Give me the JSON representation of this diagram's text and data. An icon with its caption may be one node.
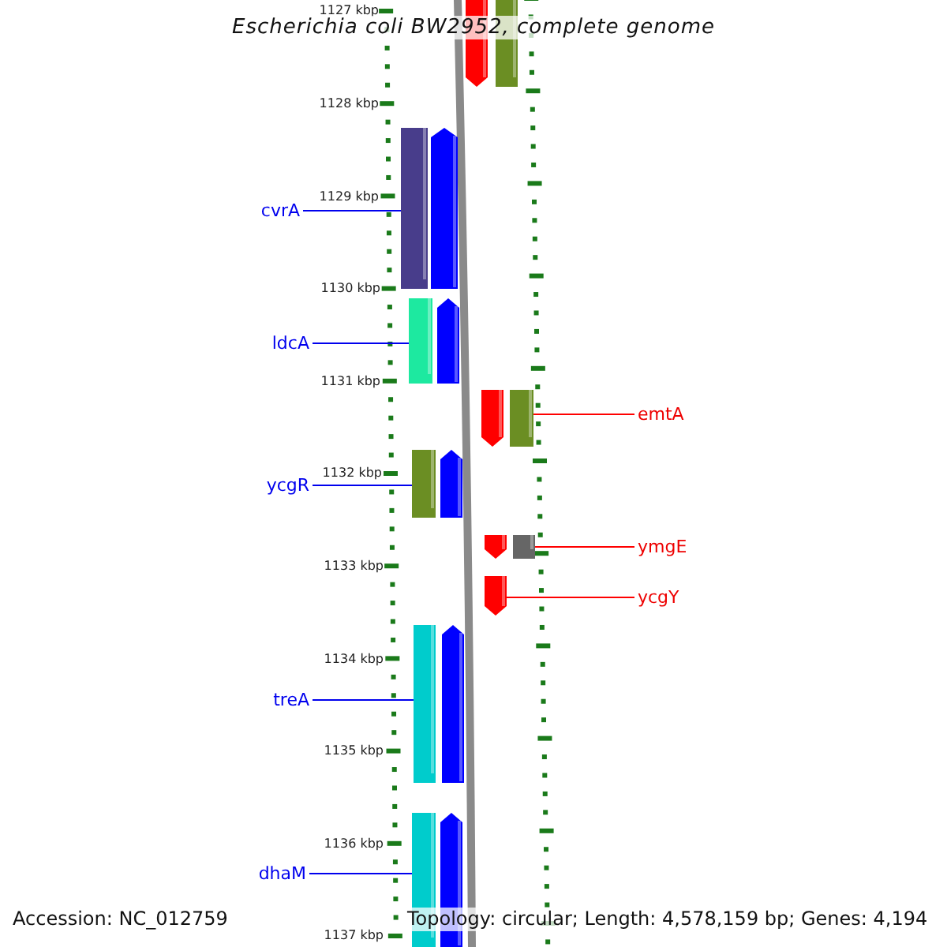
{
  "diagram": {
    "title": "Escherichia coli BW2952, complete genome",
    "nodes": [
      {
        "text": [
          "cvrA"
        ]
      },
      {
        "text": [
          "ldcA"
        ]
      },
      {
        "text": [
          "ycgR"
        ]
      },
      {
        "text": [
          "emtA"
        ]
      },
      {
        "text": [
          "ymgE"
        ]
      },
      {
        "text": [
          "ycgY"
        ]
      },
      {
        "text": [
          "treA"
        ]
      },
      {
        "text": [
          "dhaM"
        ]
      },
      {
        "text": [],
        "shape": "arrow"
      },
      {
        "text": [],
        "shape": "bar"
      },
      {
        "text": [],
        "shape": "bar"
      },
      {
        "text": [],
        "shape": "arrow"
      },
      {
        "text": [],
        "shape": "bar"
      },
      {
        "text": [],
        "shape": "arrow"
      },
      {
        "text": [],
        "shape": "arrow"
      },
      {
        "text": [],
        "shape": "bar"
      },
      {
        "text": [],
        "shape": "bar"
      },
      {
        "text": [],
        "shape": "arrow"
      },
      {
        "text": [],
        "shape": "arrow"
      },
      {
        "text": [],
        "shape": "bar"
      },
      {
        "text": [],
        "shape": "arrow"
      },
      {
        "text": [],
        "shape": "bar"
      },
      {
        "text": [],
        "shape": "arrow"
      },
      {
        "text": [],
        "shape": "bar"
      },
      {
        "text": [],
        "shape": "arrow"
      }
    ],
    "edges": [
      {
        "from": 0,
        "to": 10,
        "arrow": "none"
      },
      {
        "from": 1,
        "to": 12,
        "arrow": "none"
      },
      {
        "from": 2,
        "to": 16,
        "arrow": "none"
      },
      {
        "from": 3,
        "to": 15,
        "arrow": "none",
        "color": "#ff0000"
      },
      {
        "from": 4,
        "to": 19,
        "arrow": "none",
        "color": "#ff0000"
      },
      {
        "from": 5,
        "to": 20,
        "arrow": "none",
        "color": "#ff0000"
      },
      {
        "from": 6,
        "to": 21,
        "arrow": "none"
      },
      {
        "from": 7,
        "to": 23,
        "arrow": "none"
      }
    ],
    "labels": [
      "1127 kbp",
      "1128 kbp",
      "1129 kbp",
      "1130 kbp",
      "1131 kbp",
      "1132 kbp",
      "1133 kbp",
      "1134 kbp",
      "1135 kbp",
      "1136 kbp",
      "Accession: NC_012759",
      "Topology: circular; Length: 4,578,159 bp; Genes: 4,194",
      "1137 kbp"
    ]
  }
}
